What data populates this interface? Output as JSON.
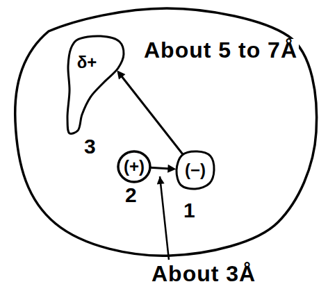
{
  "diagram": {
    "nodes": [
      {
        "text": [
          "δ+"
        ]
      },
      {
        "text": [
          "(+)"
        ]
      },
      {
        "text": [
          "(−)"
        ]
      }
    ],
    "edges": [
      {
        "from": 2,
        "to": 0,
        "arrow": "to",
        "label": "About 5 to 7Å"
      },
      {
        "from": 1,
        "to": 2,
        "arrow": "to"
      }
    ],
    "labels": [
      "3",
      "2",
      "1",
      "About 3Å"
    ]
  }
}
